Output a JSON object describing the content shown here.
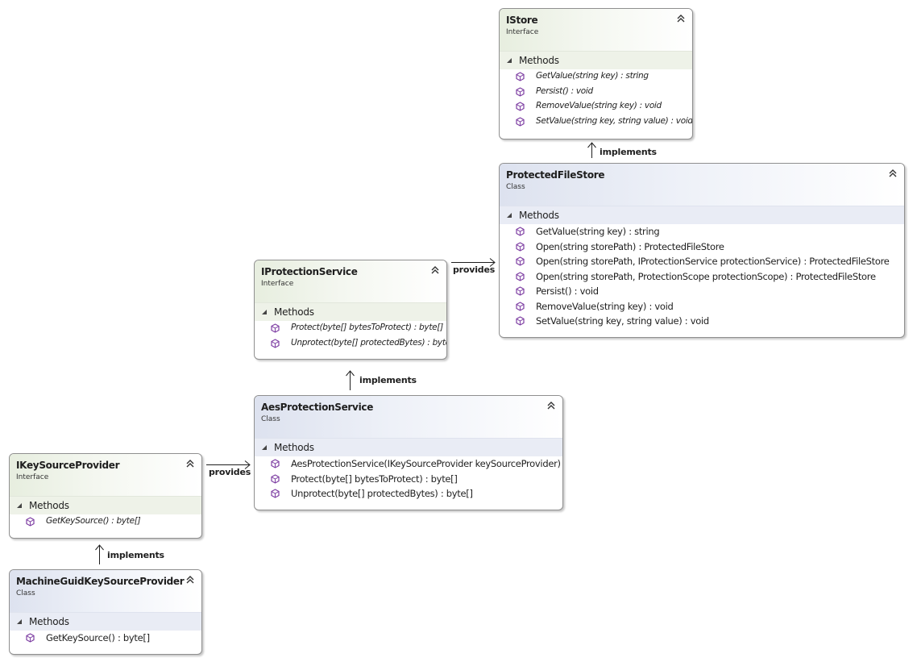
{
  "diagram": {
    "types": [
      {
        "id": "istore",
        "name": "IStore",
        "kind": "Interface",
        "section": "Methods",
        "methods": [
          "GetValue(string key) : string",
          "Persist() : void",
          "RemoveValue(string key) : void",
          "SetValue(string key, string value) : void"
        ]
      },
      {
        "id": "protectedfilestore",
        "name": "ProtectedFileStore",
        "kind": "Class",
        "section": "Methods",
        "methods": [
          "GetValue(string key) : string",
          "Open(string storePath) : ProtectedFileStore",
          "Open(string storePath, IProtectionService protectionService) : ProtectedFileStore",
          "Open(string storePath, ProtectionScope protectionScope) : ProtectedFileStore",
          "Persist() : void",
          "RemoveValue(string key) : void",
          "SetValue(string key, string value) : void"
        ]
      },
      {
        "id": "iprotectionservice",
        "name": "IProtectionService",
        "kind": "Interface",
        "section": "Methods",
        "methods": [
          "Protect(byte[] bytesToProtect) : byte[]",
          "Unprotect(byte[] protectedBytes) : byte[]"
        ]
      },
      {
        "id": "aesprotectionservice",
        "name": "AesProtectionService",
        "kind": "Class",
        "section": "Methods",
        "methods": [
          "AesProtectionService(IKeySourceProvider keySourceProvider)",
          "Protect(byte[] bytesToProtect) : byte[]",
          "Unprotect(byte[] protectedBytes) : byte[]"
        ]
      },
      {
        "id": "ikeysourceprovider",
        "name": "IKeySourceProvider",
        "kind": "Interface",
        "section": "Methods",
        "methods": [
          "GetKeySource() : byte[]"
        ]
      },
      {
        "id": "machineguidkeysourceprovider",
        "name": "MachineGuidKeySourceProvider",
        "kind": "Class",
        "section": "Methods",
        "methods": [
          "GetKeySource() : byte[]"
        ]
      }
    ],
    "relations": [
      {
        "from": "ProtectedFileStore",
        "to": "IStore",
        "label": "implements"
      },
      {
        "from": "IProtectionService",
        "to": "ProtectedFileStore",
        "label": "provides"
      },
      {
        "from": "AesProtectionService",
        "to": "IProtectionService",
        "label": "implements"
      },
      {
        "from": "IKeySourceProvider",
        "to": "AesProtectionService",
        "label": "provides"
      },
      {
        "from": "MachineGuidKeySourceProvider",
        "to": "IKeySourceProvider",
        "label": "implements"
      }
    ]
  },
  "colors": {
    "interface_header": "#e7eedf",
    "class_header": "#dde2ef",
    "method_icon": "#7e3fa3",
    "border": "#8f8f8f"
  },
  "icons": {
    "collapse": "double-chevron-up-icon",
    "section": "triangle-expanded-icon",
    "method": "method-cube-icon"
  }
}
